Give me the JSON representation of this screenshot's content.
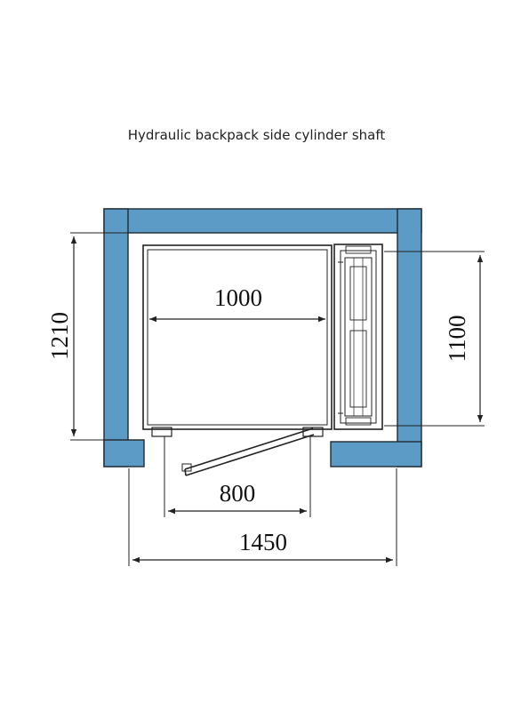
{
  "title": "Hydraulic backpack side cylinder shaft",
  "dimensions": {
    "shaft_depth": "1210",
    "cabin_width": "1000",
    "cylinder_height": "1100",
    "door_width": "800",
    "shaft_width": "1450"
  },
  "colors": {
    "wall": "#5b9bc5",
    "wall_outline": "#1f2a33",
    "line": "#222222"
  }
}
